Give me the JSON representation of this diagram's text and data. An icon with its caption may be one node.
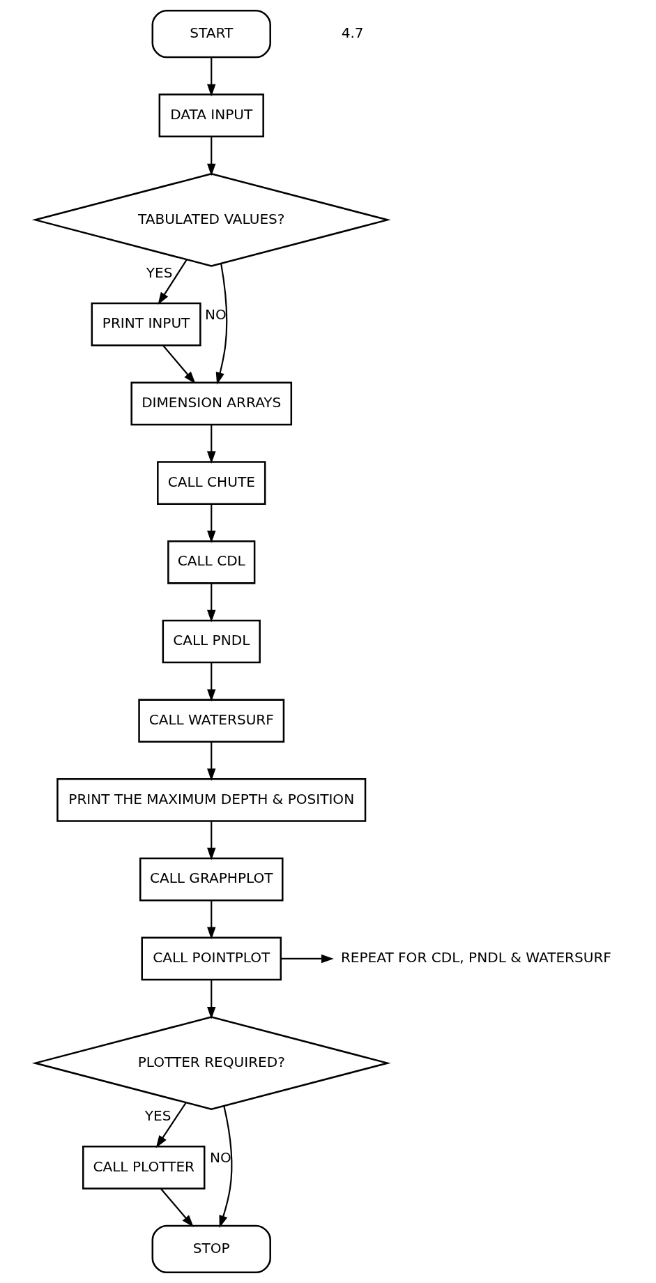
{
  "diagram": {
    "nodes": [
      {
        "text": [
          "START"
        ]
      },
      {
        "text": [
          "DATA INPUT"
        ]
      },
      {
        "text": [
          "TABULATED VALUES?"
        ]
      },
      {
        "text": [
          "PRINT INPUT"
        ]
      },
      {
        "text": [
          "DIMENSION ARRAYS"
        ]
      },
      {
        "text": [
          "CALL CHUTE"
        ]
      },
      {
        "text": [
          "CALL CDL"
        ]
      },
      {
        "text": [
          "CALL PNDL"
        ]
      },
      {
        "text": [
          "CALL WATERSURF"
        ]
      },
      {
        "text": [
          "PRINT THE MAXIMUM DEPTH & POSITION"
        ]
      },
      {
        "text": [
          "CALL GRAPHPLOT"
        ]
      },
      {
        "text": [
          "CALL POINTPLOT"
        ]
      },
      {
        "text": [
          "REPEAT FOR CDL, PNDL & WATERSURF"
        ]
      },
      {
        "text": [
          "PLOTTER REQUIRED?"
        ]
      },
      {
        "text": [
          "CALL PLOTTER"
        ]
      },
      {
        "text": [
          "STOP"
        ]
      }
    ],
    "edges": [
      {
        "from": 0,
        "to": 1,
        "arrow": "to"
      },
      {
        "from": 1,
        "to": 2,
        "arrow": "to"
      },
      {
        "from": 2,
        "to": 3,
        "arrow": "to",
        "label": "YES"
      },
      {
        "from": 2,
        "to": 4,
        "arrow": "to",
        "label": "NO"
      },
      {
        "from": 3,
        "to": 4,
        "arrow": "to"
      },
      {
        "from": 4,
        "to": 5,
        "arrow": "to"
      },
      {
        "from": 5,
        "to": 6,
        "arrow": "to"
      },
      {
        "from": 6,
        "to": 7,
        "arrow": "to"
      },
      {
        "from": 7,
        "to": 8,
        "arrow": "to"
      },
      {
        "from": 8,
        "to": 9,
        "arrow": "to"
      },
      {
        "from": 9,
        "to": 10,
        "arrow": "to"
      },
      {
        "from": 10,
        "to": 11,
        "arrow": "to"
      },
      {
        "from": 11,
        "to": 13,
        "arrow": "to"
      },
      {
        "from": 11,
        "to": 12,
        "arrow": "to"
      },
      {
        "from": 13,
        "to": 14,
        "arrow": "to",
        "label": "YES"
      },
      {
        "from": 13,
        "to": 15,
        "arrow": "to",
        "label": "NO"
      },
      {
        "from": 14,
        "to": 15,
        "arrow": "to"
      }
    ],
    "labels": [
      "4.7"
    ]
  }
}
